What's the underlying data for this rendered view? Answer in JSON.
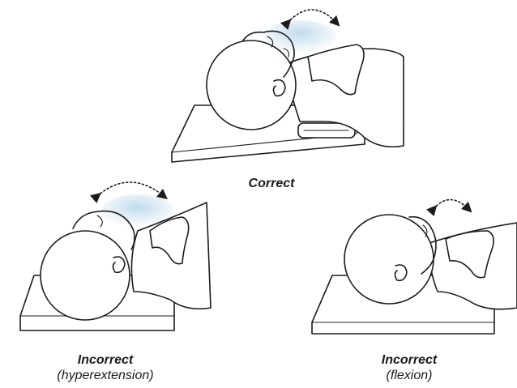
{
  "panels": {
    "correct": {
      "title": "Correct",
      "subtitle": ""
    },
    "hyperextension": {
      "title": "Incorrect",
      "subtitle": "(hyperextension)"
    },
    "flexion": {
      "title": "Incorrect",
      "subtitle": "(flexion)"
    }
  },
  "colors": {
    "line": "#1c1c1c",
    "airway_shading": "#b9d7ea",
    "background": "#ffffff"
  },
  "icons": [
    "curved-double-arrow-icon"
  ]
}
